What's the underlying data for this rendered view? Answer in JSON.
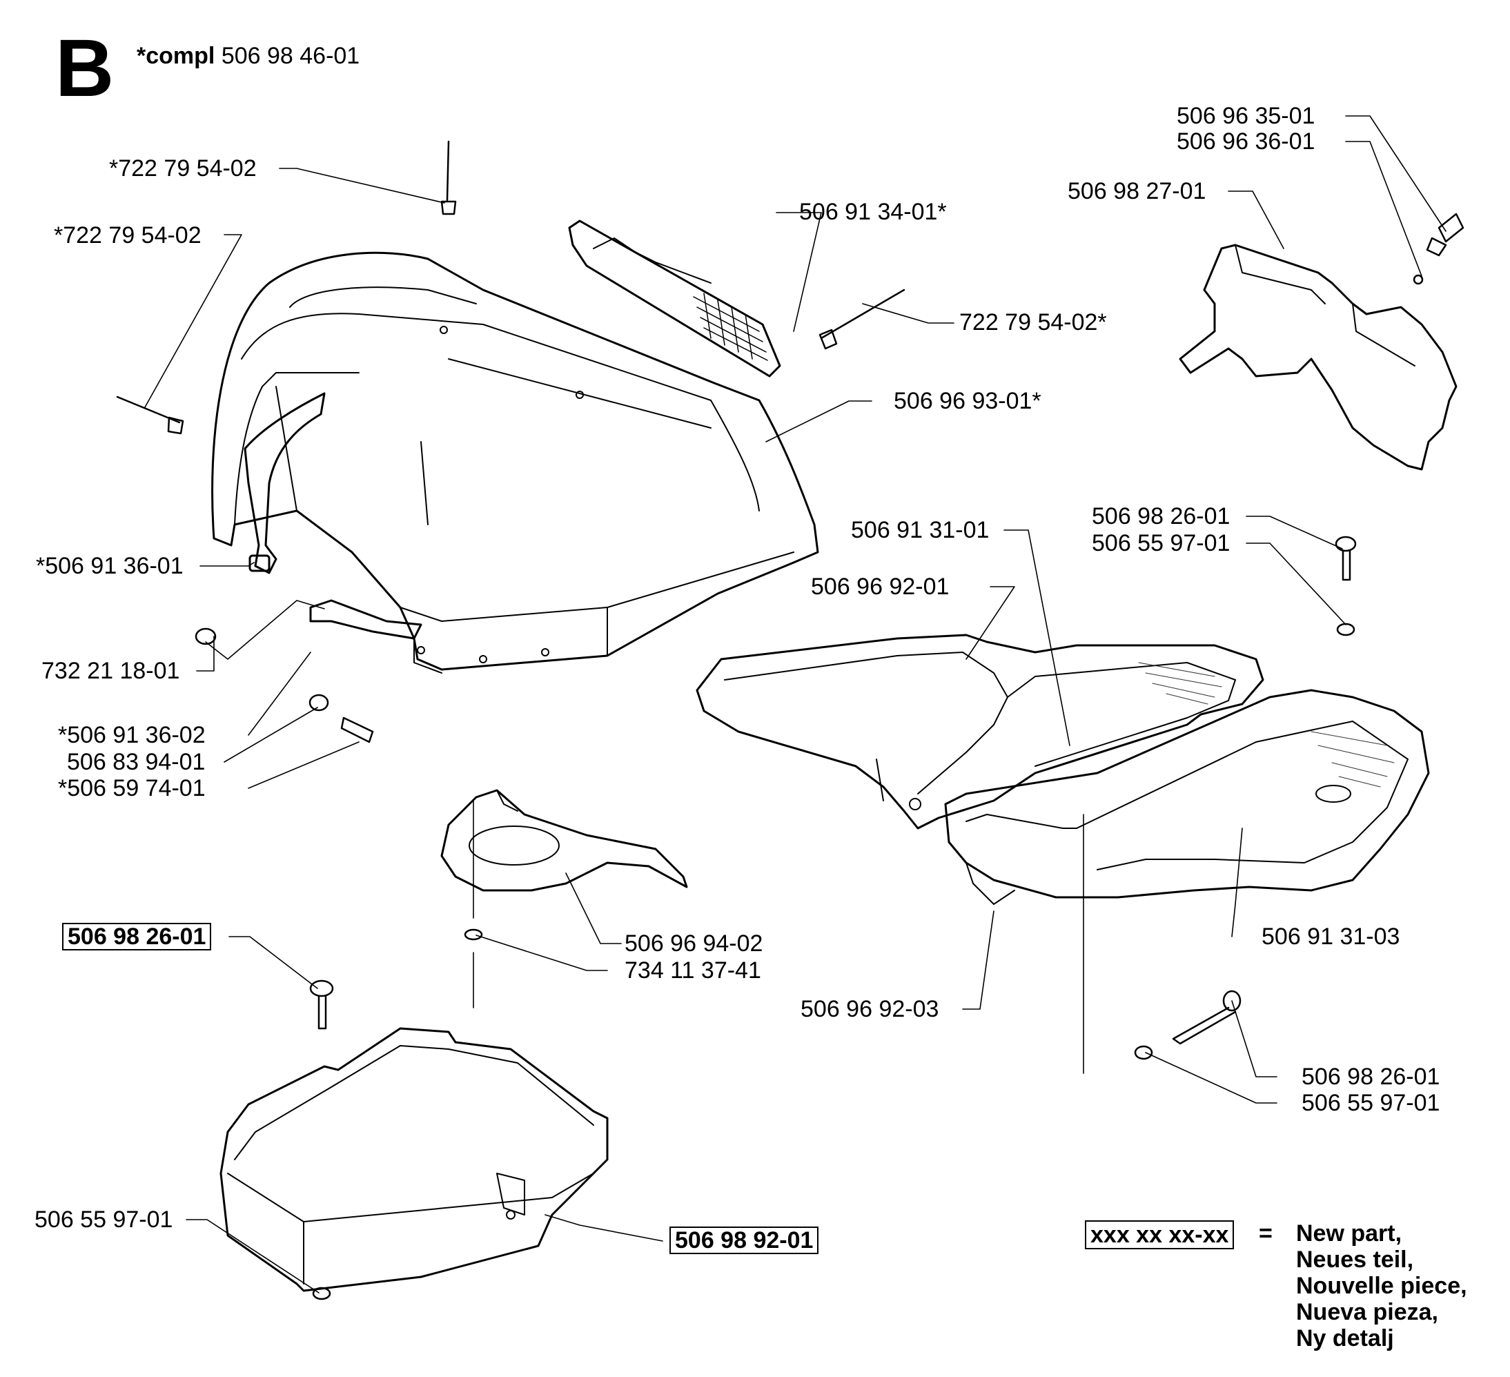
{
  "header": {
    "section_letter": "B",
    "compl_prefix": "*compl",
    "compl_number": "506 98 46-01"
  },
  "labels": [
    {
      "id": "p1",
      "text": "*722 79 54-02",
      "is_new": false
    },
    {
      "id": "p2",
      "text": "*722 79 54-02",
      "is_new": false
    },
    {
      "id": "p3",
      "text": "506 91 34-01*",
      "is_new": false
    },
    {
      "id": "p4",
      "text": "722 79 54-02*",
      "is_new": false
    },
    {
      "id": "p5",
      "text": "506 96 93-01*",
      "is_new": false
    },
    {
      "id": "p6",
      "text": "*506 91 36-01",
      "is_new": false
    },
    {
      "id": "p7",
      "text": "732 21 18-01",
      "is_new": false
    },
    {
      "id": "p8",
      "text": "*506 91 36-02",
      "is_new": false
    },
    {
      "id": "p9",
      "text": "506 83 94-01",
      "is_new": false
    },
    {
      "id": "p10",
      "text": "*506 59 74-01",
      "is_new": false
    },
    {
      "id": "p11",
      "text": "506 96 35-01",
      "is_new": false
    },
    {
      "id": "p12",
      "text": "506 96 36-01",
      "is_new": false
    },
    {
      "id": "p13",
      "text": "506 98 27-01",
      "is_new": false
    },
    {
      "id": "p14",
      "text": "506 98 26-01",
      "is_new": false
    },
    {
      "id": "p15",
      "text": "506 55 97-01",
      "is_new": false
    },
    {
      "id": "p16",
      "text": "506 91 31-01",
      "is_new": false
    },
    {
      "id": "p17",
      "text": "506 96 92-01",
      "is_new": false
    },
    {
      "id": "p18",
      "text": "506 96 94-02",
      "is_new": false
    },
    {
      "id": "p19",
      "text": "734 11 37-41",
      "is_new": false
    },
    {
      "id": "p20",
      "text": "506 98 26-01",
      "is_new": true
    },
    {
      "id": "p21",
      "text": "506 96 92-03",
      "is_new": false
    },
    {
      "id": "p22",
      "text": "506 91 31-03",
      "is_new": false
    },
    {
      "id": "p23",
      "text": "506 98 26-01",
      "is_new": false
    },
    {
      "id": "p24",
      "text": "506 55 97-01",
      "is_new": false
    },
    {
      "id": "p25",
      "text": "506 55 97-01",
      "is_new": false
    },
    {
      "id": "p26",
      "text": "506 98 92-01",
      "is_new": true
    }
  ],
  "legend": {
    "sample": "xxx xx xx-xx",
    "equals": "=",
    "lines": [
      "New part,",
      "Neues teil,",
      "Nouvelle piece,",
      "Nueva pieza,",
      "Ny detalj"
    ]
  }
}
